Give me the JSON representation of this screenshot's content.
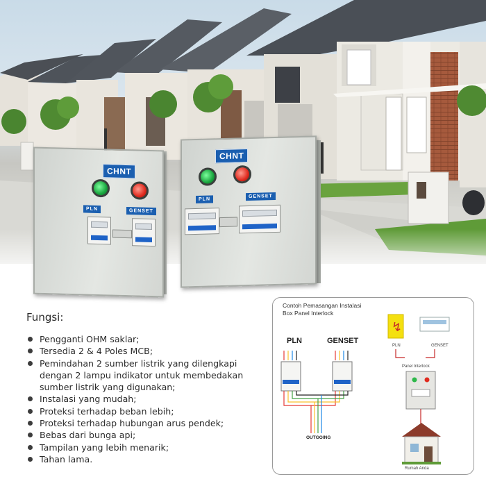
{
  "brand": {
    "logo_text": "CHNT",
    "brand_color": "#1b5fb0"
  },
  "panels": [
    {
      "labels": [
        "PLN",
        "GENSET"
      ],
      "lamps": [
        "green",
        "red"
      ]
    },
    {
      "labels": [
        "PLN",
        "GENSET"
      ],
      "lamps": [
        "green",
        "red"
      ]
    }
  ],
  "fungsi": {
    "heading": "Fungsi:",
    "items": [
      "Pengganti OHM saklar;",
      "Tersedia 2 & 4 Poles MCB;",
      "Pemindahan 2 sumber listrik yang dilengkapi dengan 2 lampu indikator untuk membedakan sumber listrik yang digunakan;",
      "Instalasi yang mudah;",
      "Proteksi terhadap beban lebih;",
      "Proteksi terhadap hubungan arus pendek;",
      "Bebas dari bunga api;",
      "Tampilan yang lebih menarik;",
      "Tahan lama."
    ]
  },
  "diagram": {
    "title_line1": "Contoh Pemasangan Instalasi",
    "title_line2": "Box Panel Interlock",
    "pln_label": "PLN",
    "genset_label": "GENSET",
    "outgoing_label": "OUTGOING",
    "small_pln": "PLN",
    "small_genset": "GENSET",
    "panel_interlock_label": "Panel Interlock",
    "rumah_label": "Rumah Anda",
    "wire_colors": [
      "#e53935",
      "#fbc02d",
      "#43a047",
      "#1e88e5",
      "#222222"
    ]
  }
}
